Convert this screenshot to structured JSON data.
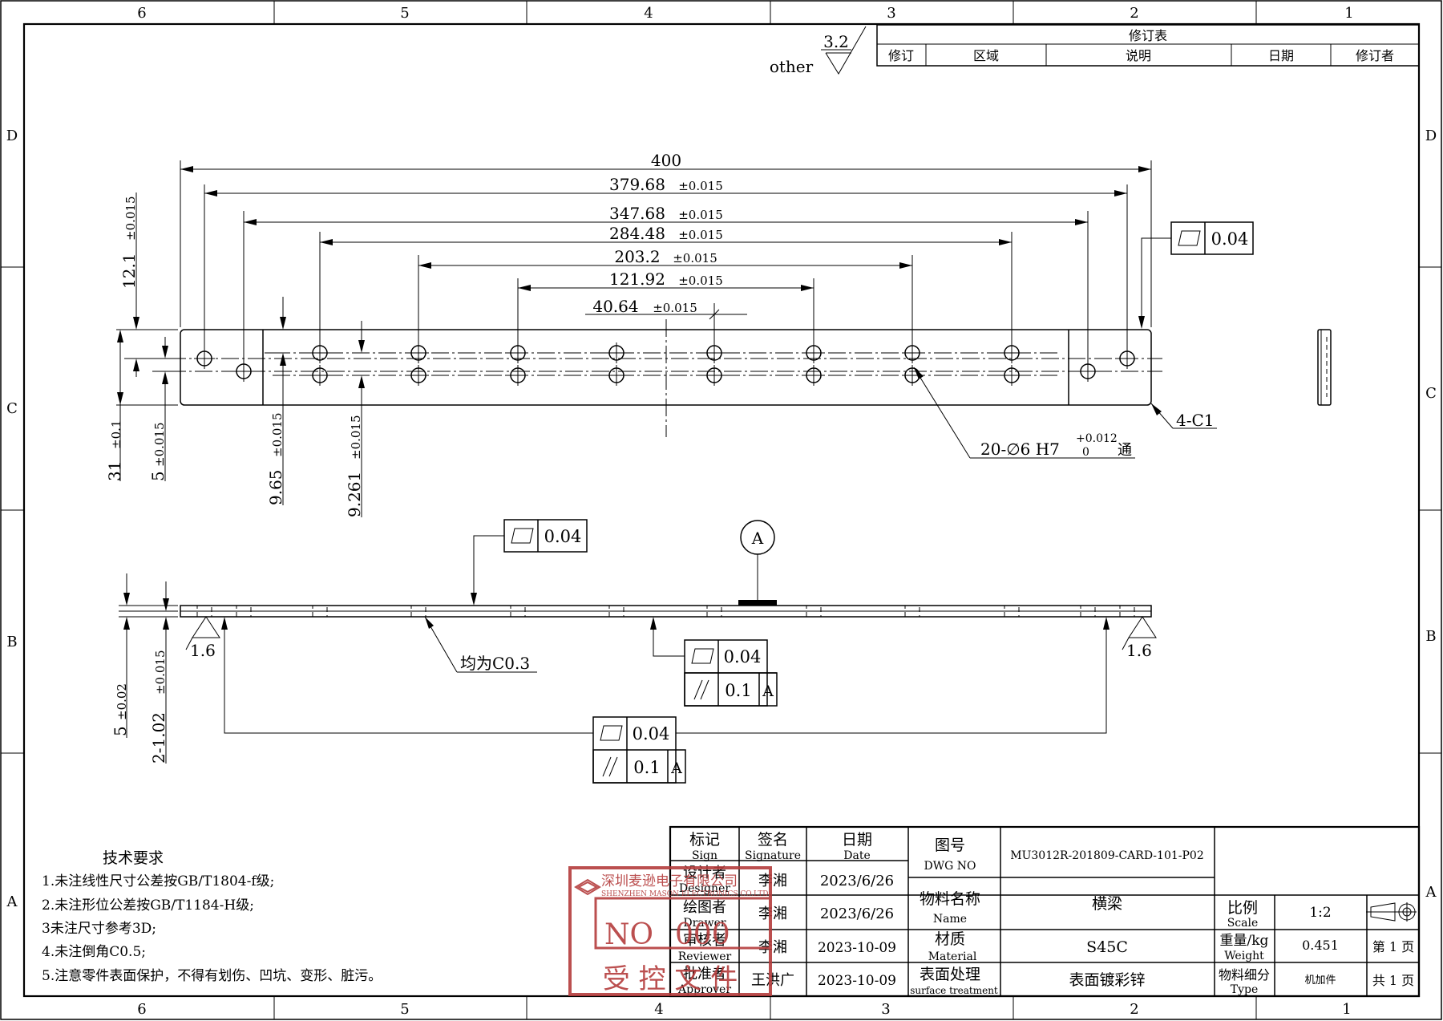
{
  "border": {
    "top_zones": [
      "6",
      "5",
      "4",
      "3",
      "2",
      "1"
    ],
    "bottom_zones": [
      "6",
      "5",
      "4",
      "3",
      "2",
      "1"
    ],
    "left_zones": [
      "D",
      "C",
      "B",
      "A"
    ],
    "right_zones": [
      "D",
      "C",
      "B",
      "A"
    ]
  },
  "revision_table": {
    "title": "修订表",
    "headers": [
      "修订",
      "区域",
      "说明",
      "日期",
      "修订者"
    ]
  },
  "surface_roughness": {
    "value": "3.2",
    "other": "other"
  },
  "top_view": {
    "dim_400": "400",
    "dims": [
      {
        "value": "379.68",
        "tol": "±0.015"
      },
      {
        "value": "347.68",
        "tol": "±0.015"
      },
      {
        "value": "284.48",
        "tol": "±0.015"
      },
      {
        "value": "203.2",
        "tol": "±0.015"
      },
      {
        "value": "121.92",
        "tol": "±0.015"
      },
      {
        "value": "40.64",
        "tol": "±0.015"
      }
    ],
    "flatness_value": "0.04",
    "vertical_dims": [
      {
        "value": "12.1",
        "tol": "±0.015"
      },
      {
        "value": "31",
        "tol": "±0.1"
      },
      {
        "value": "5",
        "tol": "±0.015"
      },
      {
        "value": "9.65",
        "tol": "±0.015"
      },
      {
        "value": "9.261",
        "tol": "±0.015"
      }
    ],
    "hole_callout": {
      "text": "20-∅6 H7",
      "upper": "+0.012",
      "lower": "0",
      "suffix": "通"
    },
    "chamfer_callout": "4-C1"
  },
  "front_view": {
    "datum": "A",
    "flatness_top": "0.04",
    "chamfer_note": "均为C0.3",
    "roughness_left": "1.6",
    "roughness_right": "1.6",
    "fcf_center": {
      "flat": "0.04",
      "par": "0.1",
      "datum": "A"
    },
    "fcf_bottom": {
      "flat": "0.04",
      "par": "0.1",
      "datum": "A"
    },
    "vertical_dims": [
      {
        "value": "5",
        "tol": "±0.02"
      },
      {
        "value": "2-1.02",
        "tol": "±0.015"
      }
    ]
  },
  "tech_requirements": {
    "title": "技术要求",
    "items": [
      "1.未注线性尺寸公差按GB/T1804-f级;",
      "2.未注形位公差按GB/T1184-H级;",
      "3未注尺寸参考3D;",
      "4.未注倒角C0.5;",
      "5.注意零件表面保护，不得有划伤、凹坑、变形、脏污。"
    ]
  },
  "title_block": {
    "sign_cn": "标记",
    "sign_en": "Sign",
    "signature_cn": "签名",
    "signature_en": "Signature",
    "date_cn": "日期",
    "date_en": "Date",
    "rows": [
      {
        "cn": "设计者",
        "en": "Designer",
        "name": "李湘",
        "date": "2023/6/26"
      },
      {
        "cn": "绘图者",
        "en": "Drawer",
        "name": "李湘",
        "date": "2023/6/26"
      },
      {
        "cn": "审核者",
        "en": "Reviewer",
        "name": "李湘",
        "date": "2023-10-09"
      },
      {
        "cn": "批准者",
        "en": "Approver",
        "name": "王洪广",
        "date": "2023-10-09"
      }
    ],
    "dwg_no_cn": "图号",
    "dwg_no_en": "DWG NO",
    "dwg_no": "MU3012R-201809-CARD-101-P02",
    "name_cn": "物料名称",
    "name_en": "Name",
    "name": "横梁",
    "material_cn": "材质",
    "material_en": "Material",
    "material": "S45C",
    "surface_cn": "表面处理",
    "surface_en": "surface treatment",
    "surface": "表面镀彩锌",
    "scale_cn": "比例",
    "scale_en": "Scale",
    "scale": "1:2",
    "weight_cn": "重量/kg",
    "weight_en": "Weight",
    "weight": "0.451",
    "type_cn": "物料细分",
    "type_en": "Type",
    "type": "机加件",
    "sheet": "第 1 页",
    "total": "共 1 页"
  },
  "stamp": {
    "company_cn": "深圳麦逊电子有限公司",
    "company_en": "SHENZHEN MASON ELECTRONICS CO.LTD",
    "no_label": "NO",
    "no_value": "000",
    "controlled": "受 控 文 件",
    "color": "#b43c3c"
  }
}
